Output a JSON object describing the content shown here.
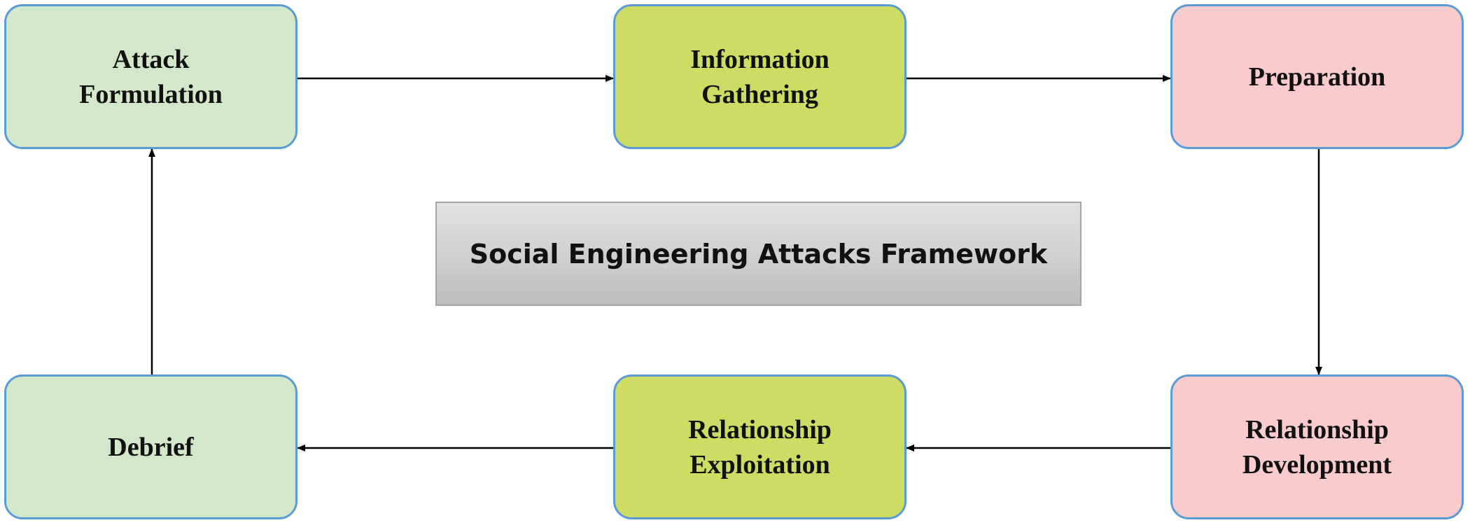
{
  "title": "Social Engineering Attacks Framework",
  "colors": {
    "border": "#5b9bd5",
    "green_fill": "#d3e8c9",
    "lime_fill": "#cddc63",
    "pink_fill": "#f8cccd",
    "arrow": "#000000"
  },
  "nodes": [
    {
      "id": "attack-formulation",
      "label": "Attack\nFormulation"
    },
    {
      "id": "information-gathering",
      "label": "Information\nGathering"
    },
    {
      "id": "preparation",
      "label": "Preparation"
    },
    {
      "id": "relationship-development",
      "label": "Relationship\nDevelopment"
    },
    {
      "id": "relationship-exploitation",
      "label": "Relationship\nExploitation"
    },
    {
      "id": "debrief",
      "label": "Debrief"
    }
  ],
  "edges": [
    {
      "from": "attack-formulation",
      "to": "information-gathering"
    },
    {
      "from": "information-gathering",
      "to": "preparation"
    },
    {
      "from": "preparation",
      "to": "relationship-development"
    },
    {
      "from": "relationship-development",
      "to": "relationship-exploitation"
    },
    {
      "from": "relationship-exploitation",
      "to": "debrief"
    },
    {
      "from": "debrief",
      "to": "attack-formulation"
    }
  ]
}
